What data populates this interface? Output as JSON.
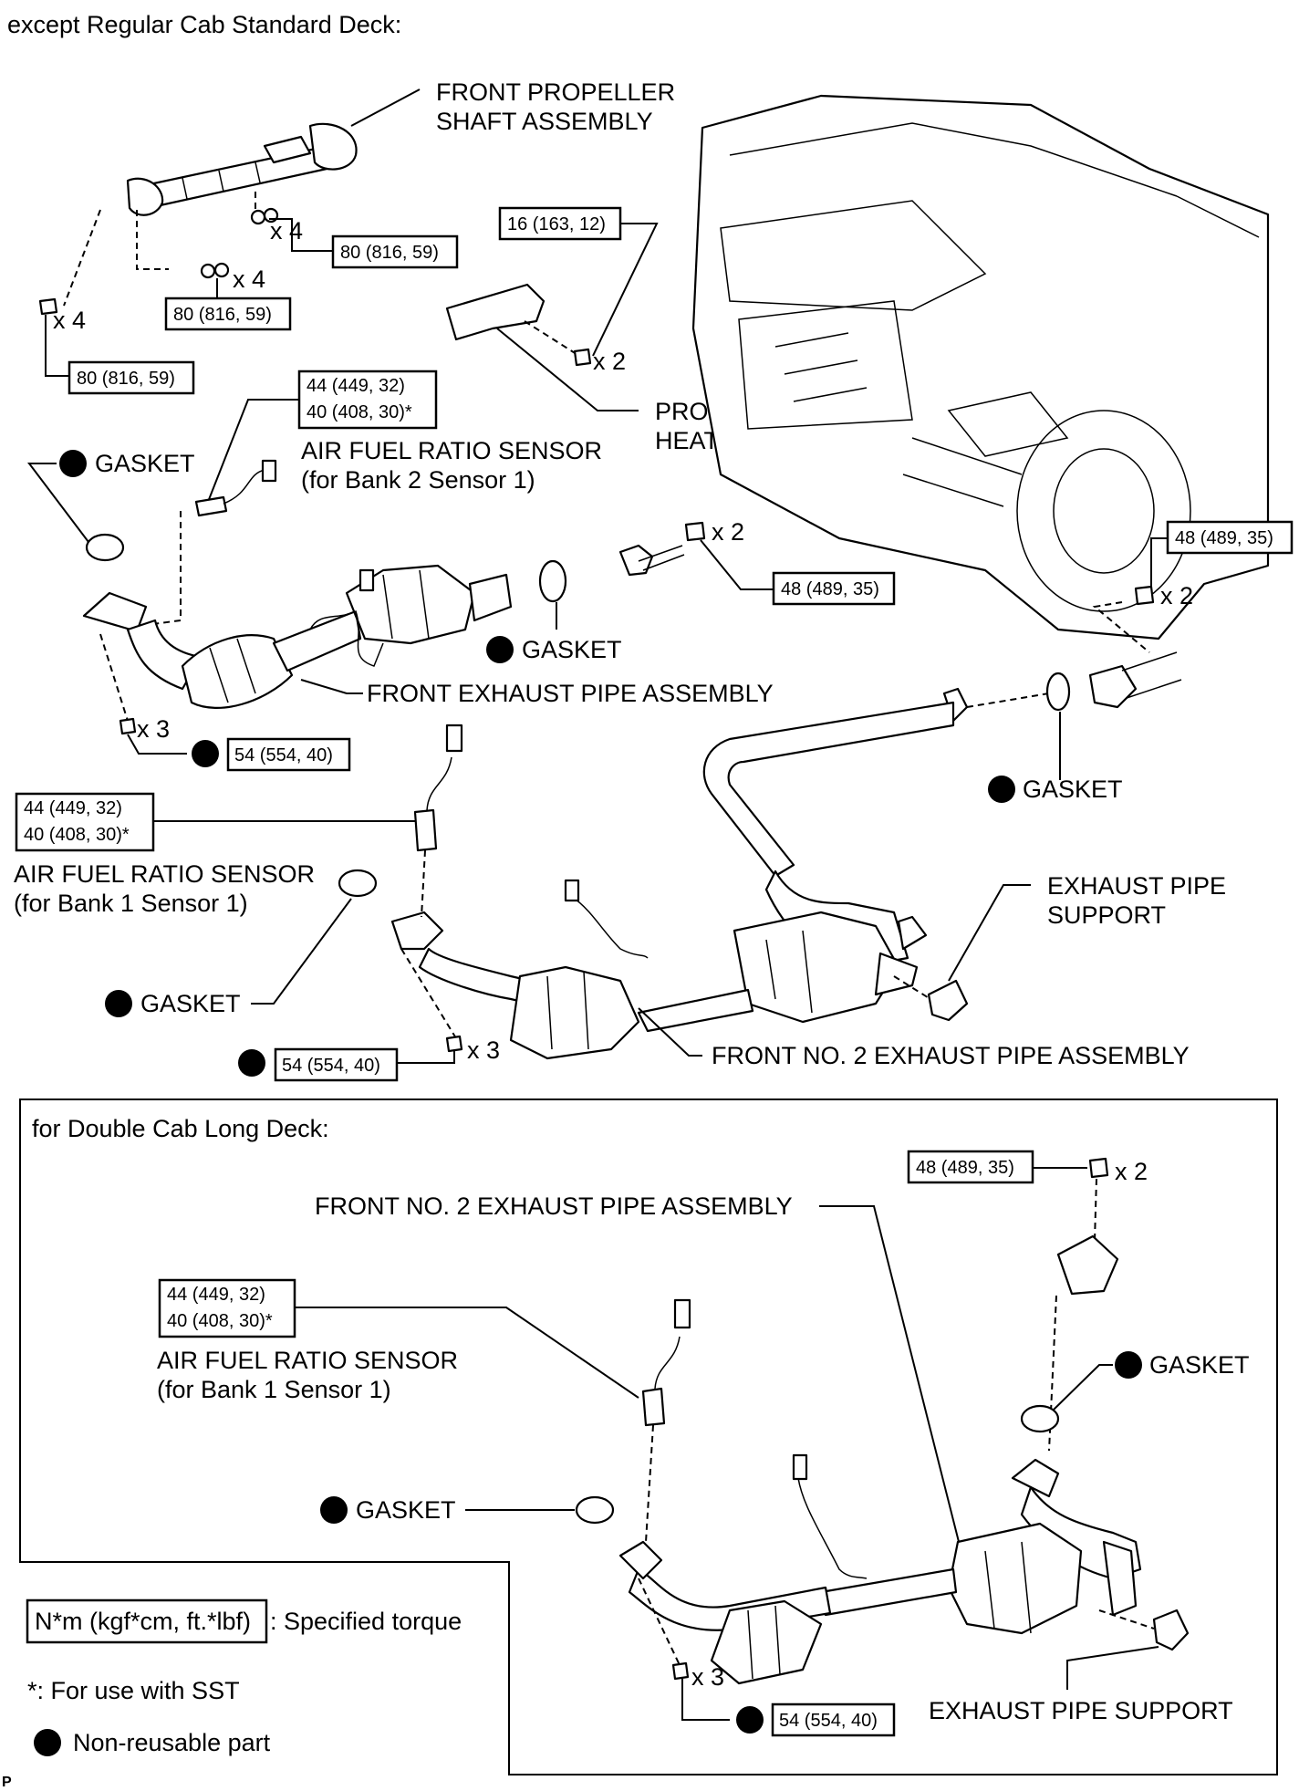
{
  "header": "except Regular Cab Standard Deck:",
  "inset_title": "for Double Cab Long Deck:",
  "labels": {
    "front_propeller_1": "FRONT PROPELLER",
    "front_propeller_2": "SHAFT ASSEMBLY",
    "heat_insulator_1": "PROPELLER SHAFT",
    "heat_insulator_2": "HEAT INSULATOR",
    "afr_sensor": "AIR FUEL RATIO SENSOR",
    "bank2": "(for Bank 2 Sensor 1)",
    "bank1": "(for Bank 1 Sensor 1)",
    "gasket": "GASKET",
    "front_exhaust": "FRONT EXHAUST PIPE ASSEMBLY",
    "front_no2": "FRONT NO. 2 EXHAUST PIPE ASSEMBLY",
    "exhaust_support_1": "EXHAUST PIPE",
    "exhaust_support_2": "SUPPORT",
    "exhaust_support_full": "EXHAUST PIPE SUPPORT"
  },
  "quantities": {
    "x4": "x 4",
    "x2": "x 2",
    "x3": "x 3"
  },
  "torques": {
    "t80": "80 (816, 59)",
    "t16": "16 (163, 12)",
    "t44": "44 (449, 32)",
    "t40": "40 (408, 30)*",
    "t48": "48 (489, 35)",
    "t54": "54 (554, 40)"
  },
  "legend": {
    "torque_box": "N*m (kgf*cm, ft.*lbf)",
    "torque_desc": ": Specified torque",
    "sst_note": "*: For use with SST",
    "nonreusable": "Non-reusable part"
  },
  "footer_mark": "P"
}
